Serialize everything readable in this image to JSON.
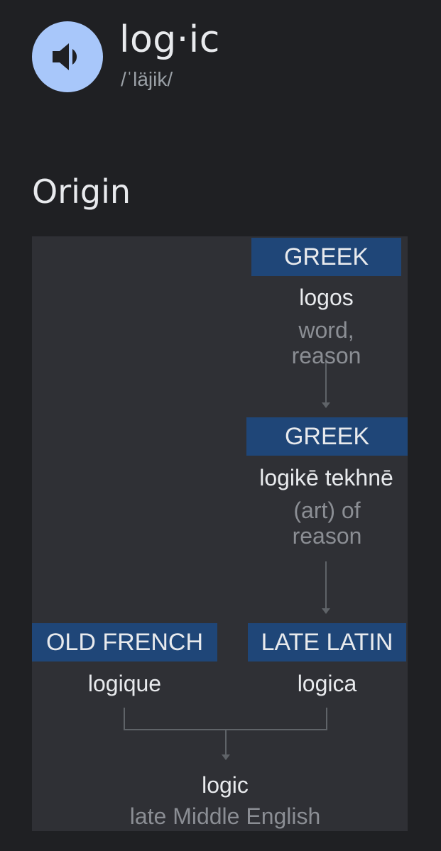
{
  "header": {
    "speaker_icon": "speaker-icon",
    "word": "log·ic",
    "phonetic": "/ˈläjik/"
  },
  "origin": {
    "heading": "Origin",
    "nodes": {
      "greek1": {
        "language": "GREEK",
        "term": "logos",
        "gloss": [
          "word,",
          "reason"
        ]
      },
      "greek2": {
        "language": "GREEK",
        "term": "logikē tekhnē",
        "gloss": [
          "(art) of",
          "reason"
        ]
      },
      "late_latin": {
        "language": "LATE LATIN",
        "term": "logica"
      },
      "old_french": {
        "language": "OLD FRENCH",
        "term": "logique"
      },
      "result": {
        "term": "logic",
        "gloss": "late Middle English"
      }
    }
  },
  "colors": {
    "background": "#1f2023",
    "chart_background": "#2f3035",
    "language_label": "#1f4678",
    "speaker_circle": "#a8c7fa"
  }
}
